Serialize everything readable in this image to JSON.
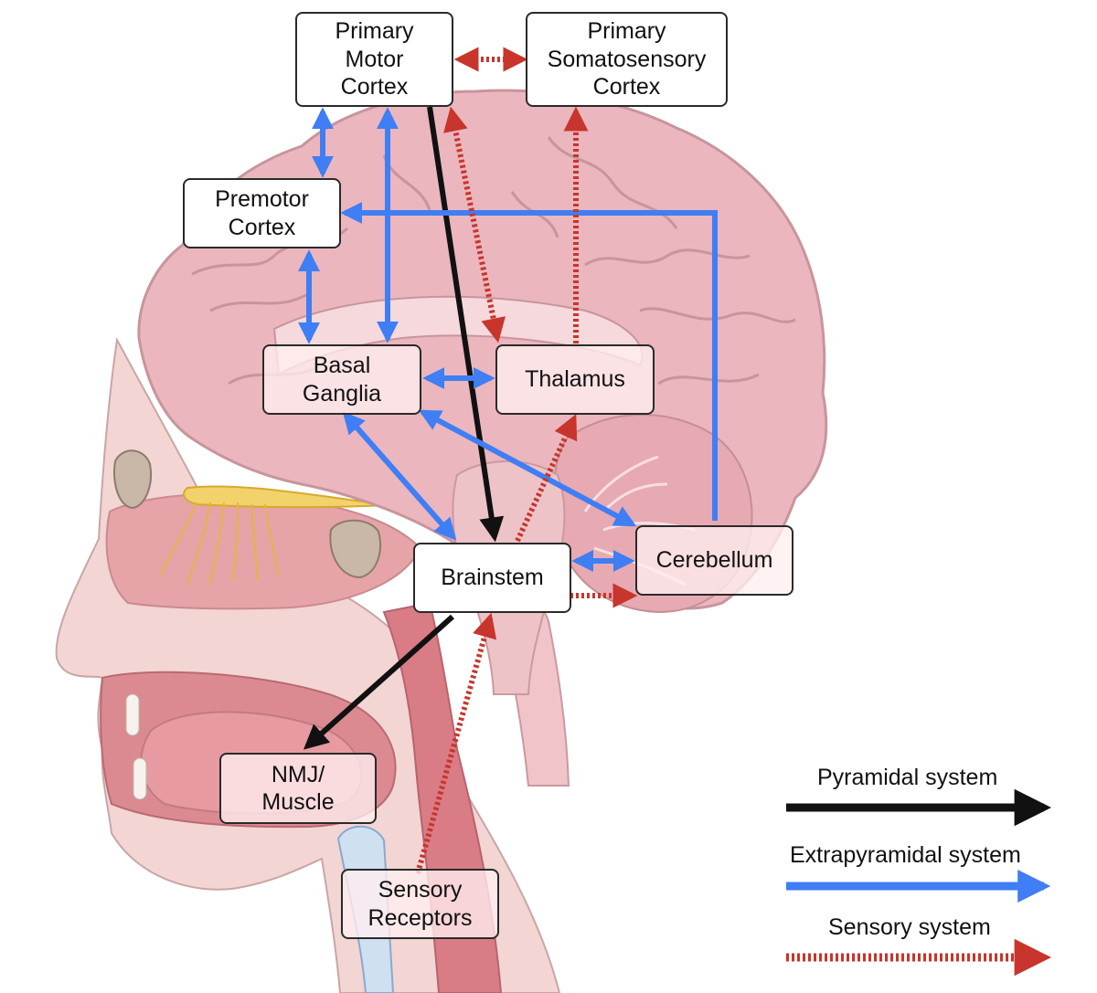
{
  "nodes": {
    "primary_motor_cortex": "Primary\nMotor\nCortex",
    "primary_somatosensory_cortex": "Primary\nSomatosensory\nCortex",
    "premotor_cortex": "Premotor\nCortex",
    "basal_ganglia": "Basal\nGanglia",
    "thalamus": "Thalamus",
    "brainstem": "Brainstem",
    "cerebellum": "Cerebellum",
    "nmj_muscle": "NMJ/\nMuscle",
    "sensory_receptors": "Sensory\nReceptors"
  },
  "legend": [
    {
      "label": "Pyramidal system",
      "style": "solid",
      "color": "#111111"
    },
    {
      "label": "Extrapyramidal system",
      "style": "solid",
      "color": "#3f7ef4"
    },
    {
      "label": "Sensory system",
      "style": "dotted",
      "color": "#c7352c"
    }
  ],
  "colors": {
    "pyramidal": "#111111",
    "extrapyramidal": "#3f7ef4",
    "sensory": "#c7352c",
    "brain_tissue": "#ebb6bd",
    "background": "#ffffff"
  },
  "illustration": "sagittal-head-brain-section"
}
